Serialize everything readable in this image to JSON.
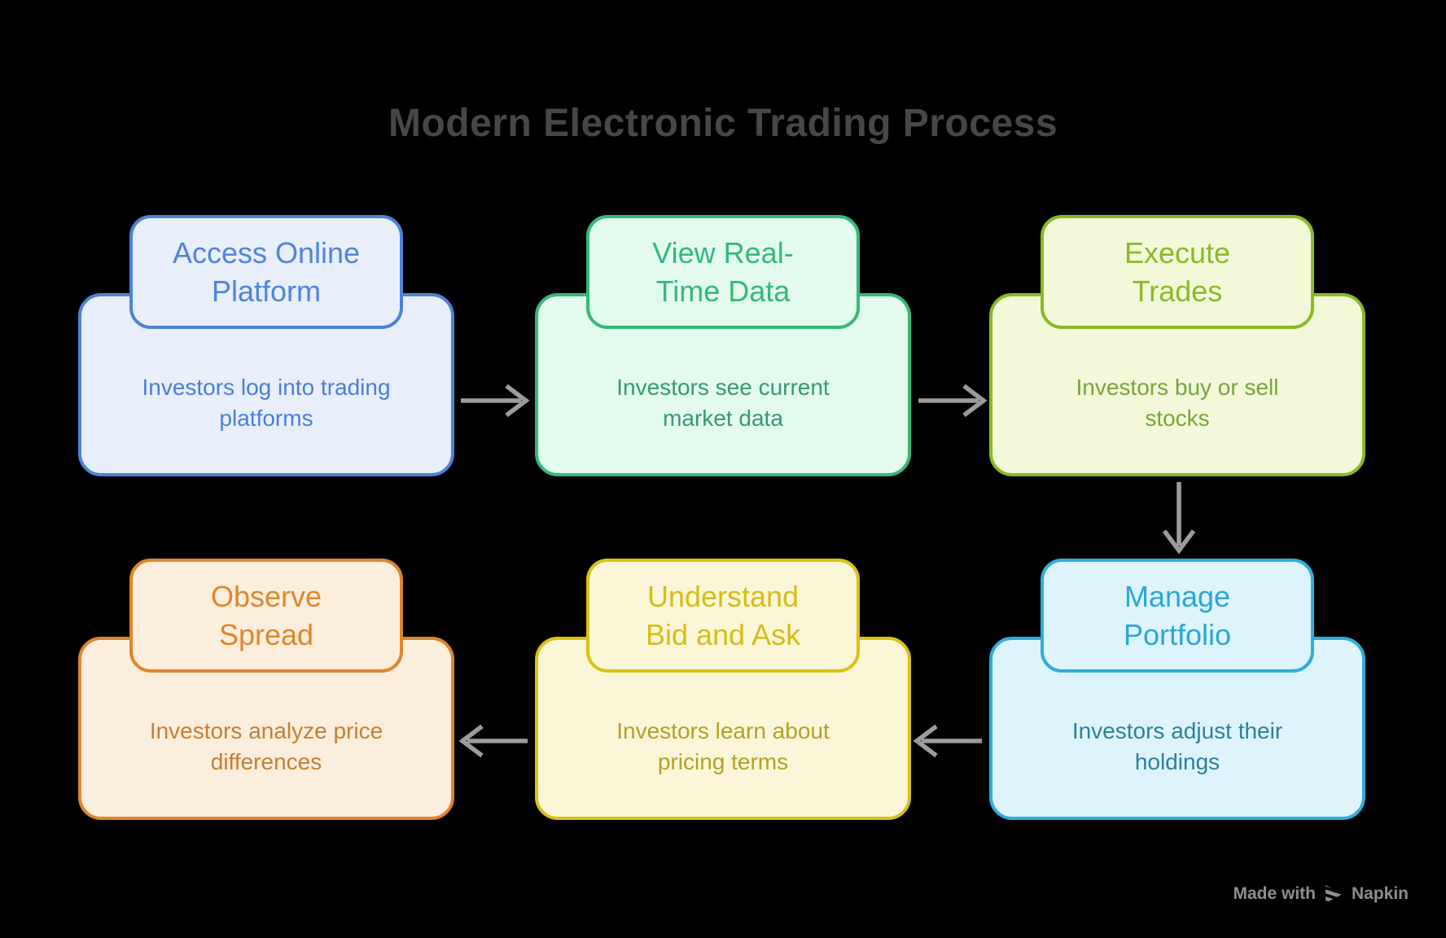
{
  "page": {
    "title": "Modern Electronic Trading Process",
    "title_color": "#474747",
    "background_color": "#000000",
    "arrow_color": "#9c9c9c"
  },
  "nodes": [
    {
      "id": "access-online-platform",
      "title": "Access Online\nPlatform",
      "description": "Investors log into trading\nplatforms",
      "border_color": "#4e82d8",
      "fill_color": "#e9eefb",
      "title_color": "#4f84da",
      "text_color": "#4a7ed6"
    },
    {
      "id": "view-real-time-data",
      "title": "View Real-\nTime Data",
      "description": "Investors see current\nmarket data",
      "border_color": "#34b978",
      "fill_color": "#e3fbee",
      "title_color": "#34b978",
      "text_color": "#379a6b"
    },
    {
      "id": "execute-trades",
      "title": "Execute\nTrades",
      "description": "Investors buy or sell\nstocks",
      "border_color": "#8aba28",
      "fill_color": "#f3f9d8",
      "title_color": "#8aba28",
      "text_color": "#7aa43a"
    },
    {
      "id": "manage-portfolio",
      "title": "Manage\nPortfolio",
      "description": "Investors adjust their\nholdings",
      "border_color": "#2fadda",
      "fill_color": "#def4fc",
      "title_color": "#2aa7d8",
      "text_color": "#2d7f9e"
    },
    {
      "id": "understand-bid-and-ask",
      "title": "Understand\nBid and Ask",
      "description": "Investors learn about\npricing terms",
      "border_color": "#d9c214",
      "fill_color": "#fbf6d7",
      "title_color": "#d4bd1a",
      "text_color": "#b1a227"
    },
    {
      "id": "observe-spread",
      "title": "Observe\nSpread",
      "description": "Investors analyze price\ndifferences",
      "border_color": "#df862b",
      "fill_color": "#fceedc",
      "title_color": "#df862b",
      "text_color": "#c67d36"
    }
  ],
  "flow": [
    "access-online-platform -> view-real-time-data",
    "view-real-time-data -> execute-trades",
    "execute-trades -> manage-portfolio",
    "manage-portfolio -> understand-bid-and-ask",
    "understand-bid-and-ask -> observe-spread"
  ],
  "watermark": {
    "prefix": "Made with",
    "brand": "Napkin",
    "color": "#8f8f8f"
  }
}
